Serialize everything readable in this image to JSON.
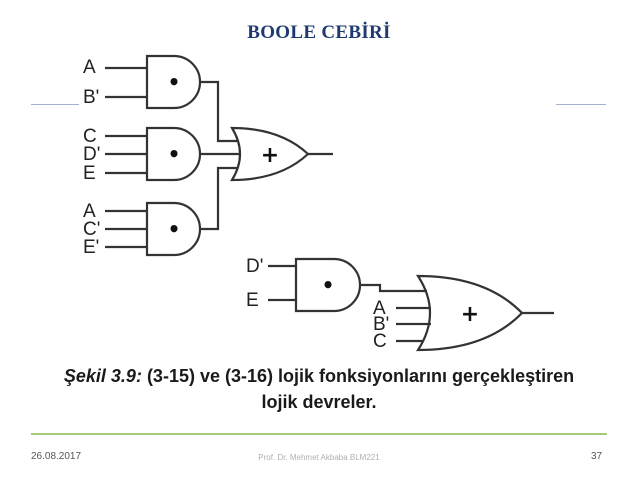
{
  "slide": {
    "title": "BOOLE CEBİRİ",
    "caption_fig": "Şekil 3.9:",
    "caption_line1": " (3-15) ve (3-16) lojik fonksiyonlarını gerçekleştiren",
    "caption_line2": "lojik devreler."
  },
  "footer": {
    "date": "26.08.2017",
    "author": "Prof. Dr. Mehmet Akbaba BLM221",
    "page": "37"
  },
  "circuit1": {
    "and1_inputs": [
      "A",
      "B'"
    ],
    "and2_inputs": [
      "C",
      "D'",
      "E"
    ],
    "and3_inputs": [
      "A",
      "C'",
      "E'"
    ],
    "and_symbol": "•",
    "or_symbol": "+"
  },
  "circuit2": {
    "and_inputs": [
      "D'",
      "E"
    ],
    "or_inputs": [
      "A",
      "B'",
      "C"
    ],
    "and_symbol": "•",
    "or_symbol": "+"
  },
  "colors": {
    "title": "#1f3a6e",
    "footer_line": "#a8c97a",
    "wire": "#333333"
  }
}
